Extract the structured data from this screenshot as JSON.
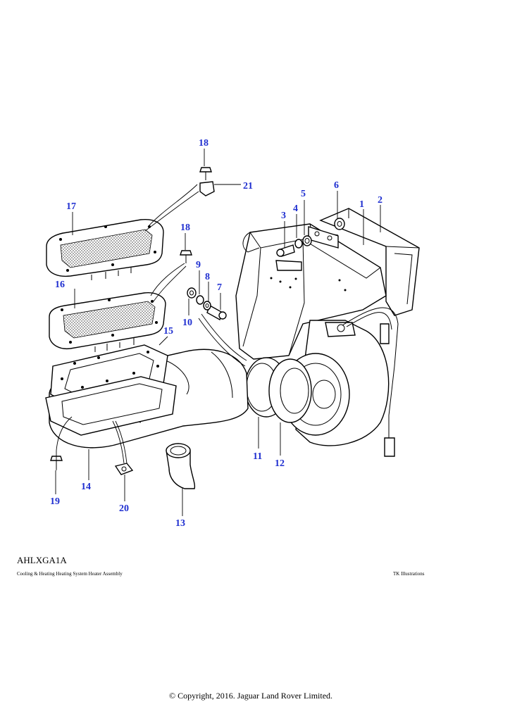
{
  "diagram": {
    "callouts": {
      "c1": "1",
      "c2": "2",
      "c3": "3",
      "c4": "4",
      "c5": "5",
      "c6": "6",
      "c7": "7",
      "c8": "8",
      "c9": "9",
      "c10": "10",
      "c11": "11",
      "c12": "12",
      "c13": "13",
      "c14": "14",
      "c15": "15",
      "c16": "16",
      "c17": "17",
      "c18a": "18",
      "c18b": "18",
      "c19": "19",
      "c20": "20",
      "c21": "21"
    },
    "callout_color": "#1f2fd0"
  },
  "footer": {
    "illustration_code": "AHLXGA1A",
    "caption": "Cooling & Heating Heating System Heater Assembly",
    "credit": "TK Illustrations",
    "copyright": "© Copyright, 2016. Jaguar Land Rover Limited."
  }
}
